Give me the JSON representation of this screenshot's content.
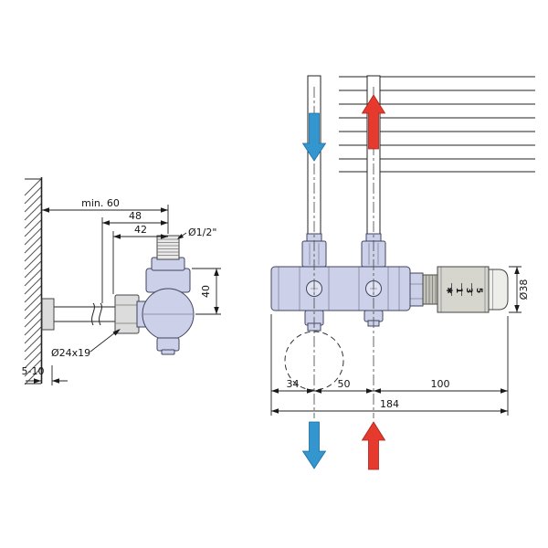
{
  "diagram": {
    "left_view": {
      "dims": {
        "wall_offset": "min. 60",
        "depth_48": "48",
        "depth_42": "42",
        "height_40": "40",
        "wall_gap": "5-10"
      },
      "labels": {
        "thread": "Ø1/2\"",
        "union_nut": "Ø24x19"
      }
    },
    "right_view": {
      "dims": {
        "edge_to_pipe": "34",
        "pipe_spacing": "50",
        "pipe_to_head": "100",
        "total_width": "184",
        "head_diameter": "Ø38"
      },
      "head_scale": [
        "✱",
        "1",
        "3",
        "5"
      ]
    },
    "colors": {
      "valve": "#ccd0e8",
      "valve_line": "#41445e",
      "metal": "#dcdcdc",
      "head_ring": "#d6d6cf",
      "head_cap": "#edeee9",
      "head_collar": "#c3c3bc",
      "blue": "#3396cf",
      "red": "#e63a2e",
      "line": "#222222"
    }
  }
}
